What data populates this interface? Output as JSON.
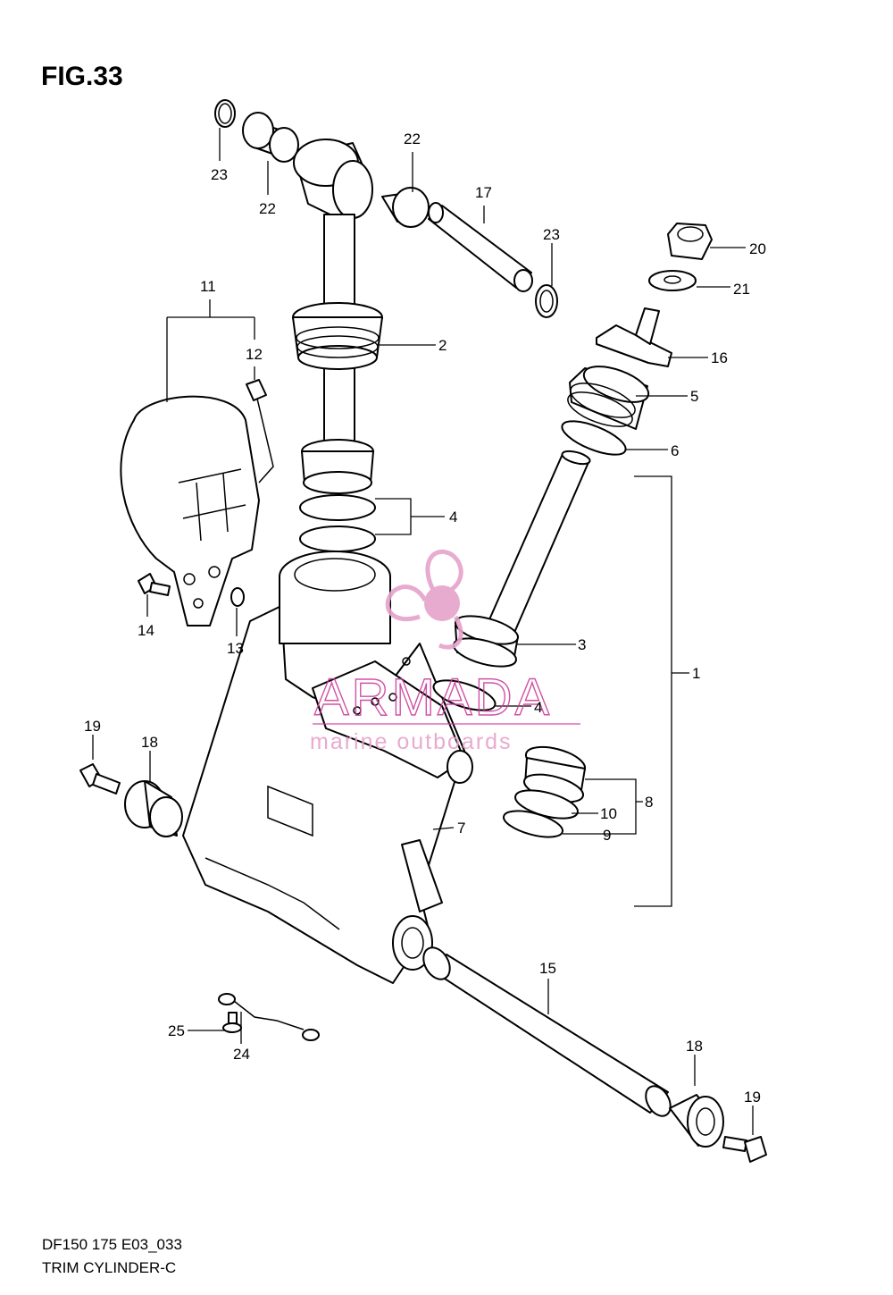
{
  "figure": {
    "title": "FIG.33",
    "model_code": "DF150 175 E03_033",
    "assembly_name": "TRIM CYLINDER-C"
  },
  "watermark": {
    "brand": "ARMADA",
    "tagline": "marine outboards",
    "color_primary": "#cc3f9a",
    "color_light": "#e6a3cc"
  },
  "callouts": [
    {
      "num": "23"
    },
    {
      "num": "22"
    },
    {
      "num": "22"
    },
    {
      "num": "17"
    },
    {
      "num": "23"
    },
    {
      "num": "20"
    },
    {
      "num": "21"
    },
    {
      "num": "11"
    },
    {
      "num": "12"
    },
    {
      "num": "2"
    },
    {
      "num": "16"
    },
    {
      "num": "5"
    },
    {
      "num": "6"
    },
    {
      "num": "4"
    },
    {
      "num": "14"
    },
    {
      "num": "13"
    },
    {
      "num": "3"
    },
    {
      "num": "1"
    },
    {
      "num": "4"
    },
    {
      "num": "19"
    },
    {
      "num": "18"
    },
    {
      "num": "8"
    },
    {
      "num": "10"
    },
    {
      "num": "9"
    },
    {
      "num": "7"
    },
    {
      "num": "15"
    },
    {
      "num": "25"
    },
    {
      "num": "24"
    },
    {
      "num": "18"
    },
    {
      "num": "19"
    }
  ]
}
